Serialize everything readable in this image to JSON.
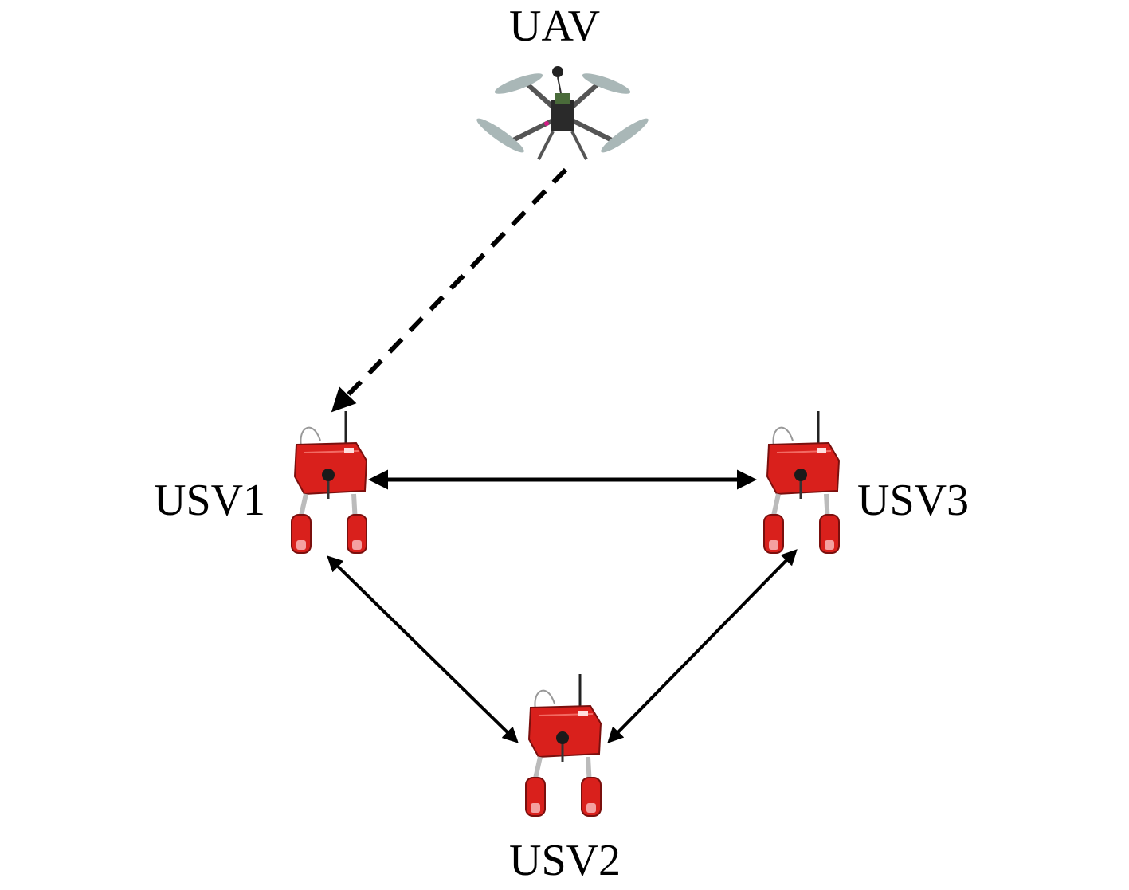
{
  "nodes": {
    "uav": {
      "label": "UAV"
    },
    "usv1": {
      "label": "USV1"
    },
    "usv2": {
      "label": "USV2"
    },
    "usv3": {
      "label": "USV3"
    }
  },
  "edges": [
    {
      "from": "UAV",
      "to": "USV1",
      "style": "dashed",
      "direction": "one-way"
    },
    {
      "from": "USV1",
      "to": "USV3",
      "style": "solid",
      "direction": "two-way"
    },
    {
      "from": "USV1",
      "to": "USV2",
      "style": "solid",
      "direction": "two-way"
    },
    {
      "from": "USV3",
      "to": "USV2",
      "style": "solid",
      "direction": "two-way"
    }
  ],
  "colors": {
    "vessel_body": "#d9201c",
    "vessel_dark": "#7a0f0d",
    "drone_arm": "#555555",
    "rotor": "#a9b7b7",
    "line": "#000000"
  }
}
